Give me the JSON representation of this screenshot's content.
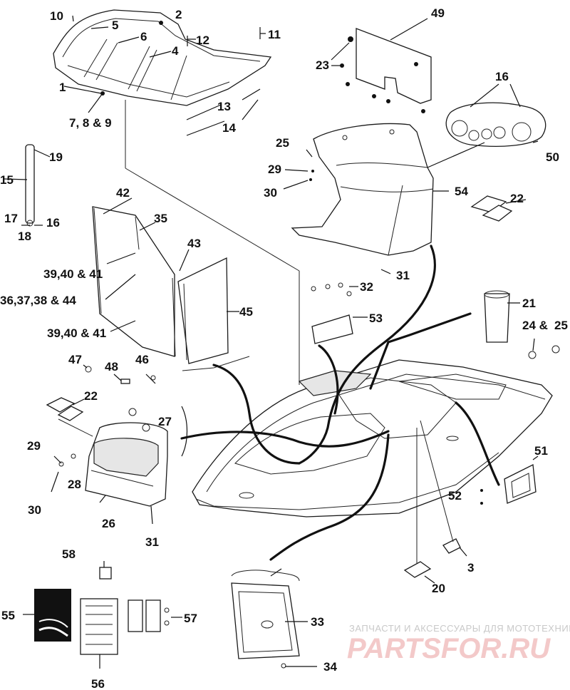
{
  "labels": {
    "l10": "10",
    "l2": "2",
    "l5": "5",
    "l6": "6",
    "l12": "12",
    "l11": "11",
    "l4": "4",
    "l1": "1",
    "l789": "7, 8 & 9",
    "l13": "13",
    "l14": "14",
    "l49": "49",
    "l23": "23",
    "l16a": "16",
    "l50": "50",
    "l19": "19",
    "l15": "15",
    "l17": "17",
    "l16b": "16",
    "l18": "18",
    "l25a": "25",
    "l29a": "29",
    "l30a": "30",
    "l54": "54",
    "l22a": "22",
    "l42": "42",
    "l35": "35",
    "l43": "43",
    "l31a": "31",
    "l394041a": "39,40 & 41",
    "l36373844": "36,37,38 & 44",
    "l45": "45",
    "l394041b": "39,40 & 41",
    "l32": "32",
    "l53": "53",
    "l21": "21",
    "l2425": "24 &",
    "l25b": "25",
    "l47": "47",
    "l48": "48",
    "l46": "46",
    "l22b": "22",
    "l27": "27",
    "l29b": "29",
    "l28": "28",
    "l30b": "30",
    "l26": "26",
    "l31b": "31",
    "l51": "51",
    "l52": "52",
    "l58": "58",
    "l3": "3",
    "l20": "20",
    "l55": "55",
    "l57": "57",
    "l33": "33",
    "l34": "34",
    "l56": "56"
  },
  "watermark": {
    "caption": "ЗАПЧАСТИ И АКСЕССУАРЫ ДЛЯ МОТОТЕХНИКИ",
    "brand": "PARTSFOR.RU"
  }
}
